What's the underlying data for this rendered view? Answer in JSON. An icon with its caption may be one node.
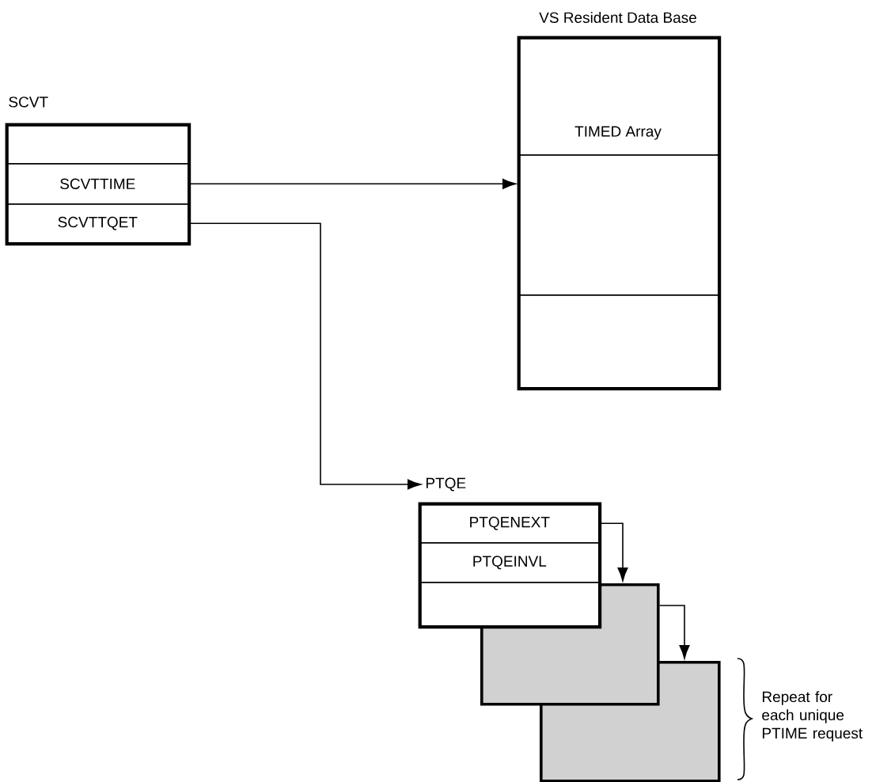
{
  "diagram": {
    "nodes": [
      {
        "text": [
          "SCVT"
        ]
      },
      {
        "text": [],
        "shape": "box",
        "in": 0
      },
      {
        "text": [
          "SCVTTIME"
        ],
        "in": 0
      },
      {
        "text": [
          "SCVTTQET"
        ],
        "in": 0
      },
      {
        "text": [
          "VS Resident Data Base"
        ]
      },
      {
        "text": [
          "TIMED Array"
        ],
        "in": 4
      },
      {
        "text": [],
        "shape": "box",
        "in": 4
      },
      {
        "text": [],
        "shape": "box",
        "in": 4
      },
      {
        "text": [
          "PTQE"
        ]
      },
      {
        "text": [
          "PTQENEXT"
        ],
        "in": 8
      },
      {
        "text": [
          "PTQEINVL"
        ],
        "in": 8
      },
      {
        "text": [],
        "shape": "box",
        "in": 8
      },
      {
        "text": [],
        "shape": "box"
      },
      {
        "text": [],
        "shape": "box"
      }
    ],
    "edges": [
      {
        "from": 2,
        "to": 6,
        "arrow": "to"
      },
      {
        "from": 3,
        "to": 8,
        "arrow": "to"
      },
      {
        "from": 9,
        "to": 12,
        "arrow": "to"
      },
      {
        "from": 12,
        "to": 13,
        "arrow": "to"
      }
    ],
    "labels": [
      "Repeat for each unique PTIME request"
    ]
  }
}
